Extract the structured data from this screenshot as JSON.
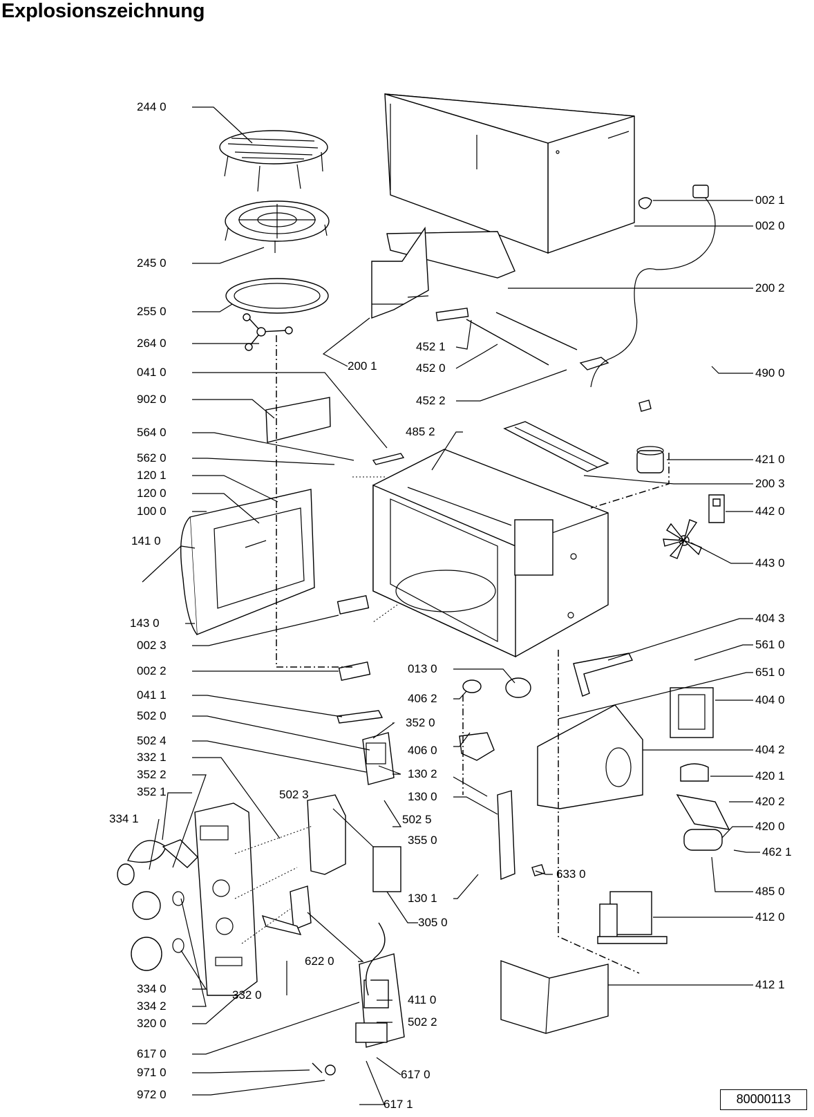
{
  "title": "Explosionszeichnung",
  "document_number": "80000113",
  "labels": [
    "244 0",
    "245 0",
    "255 0",
    "264 0",
    "041 0",
    "902 0",
    "564 0",
    "562 0",
    "120 1",
    "120 0",
    "100 0",
    "141 0",
    "143 0",
    "002 3",
    "002 2",
    "041 1",
    "502 0",
    "502 4",
    "332 1",
    "352 2",
    "352 1",
    "334 1",
    "334 0",
    "334 2",
    "320 0",
    "617 0",
    "971 0",
    "972 0",
    "332 0",
    "502 3",
    "622 0",
    "305 0",
    "352 0",
    "406 0",
    "130 2",
    "130 0",
    "502 5",
    "355 0",
    "130 1",
    "633 0",
    "411 0",
    "502 2",
    "617 0",
    "617 1",
    "013 0",
    "406 2",
    "200 1",
    "452 1",
    "452 0",
    "452 2",
    "485 2",
    "002 1",
    "002 0",
    "200 2",
    "490 0",
    "421 0",
    "200 3",
    "442 0",
    "443 0",
    "404 3",
    "561 0",
    "651 0",
    "404 0",
    "404 2",
    "420 1",
    "420 2",
    "420 0",
    "462 1",
    "485 0",
    "412 0",
    "412 1"
  ]
}
